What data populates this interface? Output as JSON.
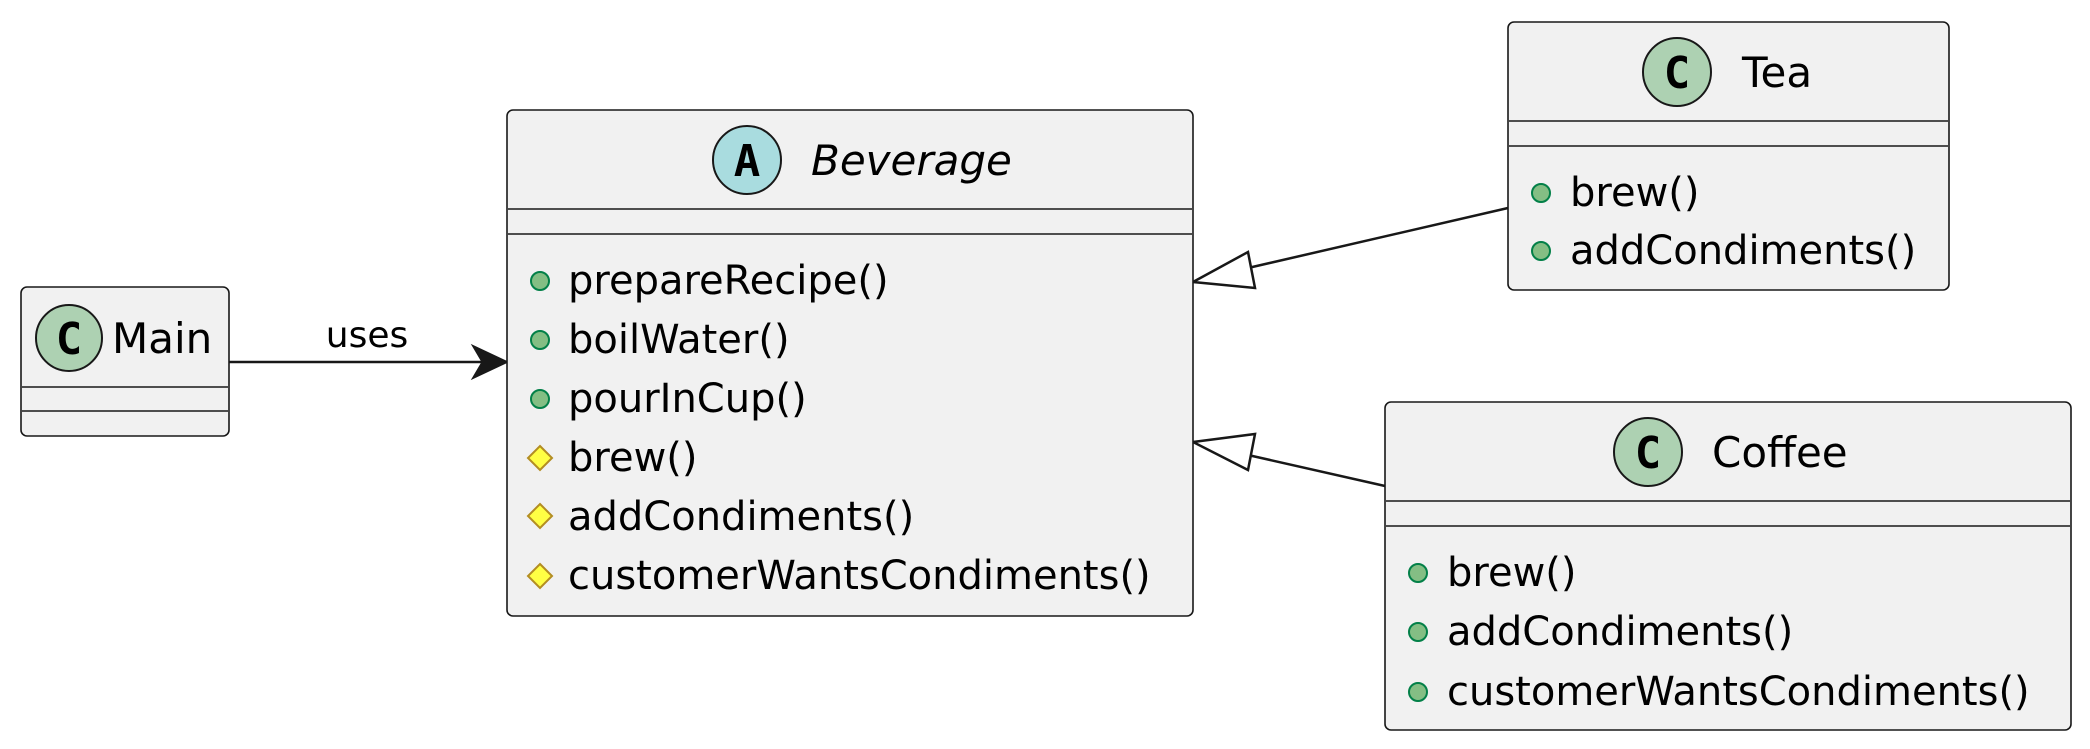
{
  "diagram": {
    "classes": {
      "main": {
        "name": "Main",
        "stereotype_letter": "C",
        "methods": []
      },
      "beverage": {
        "name": "Beverage",
        "stereotype_letter": "A",
        "methods": [
          {
            "name": "prepareRecipe()",
            "visibility": "public"
          },
          {
            "name": "boilWater()",
            "visibility": "public"
          },
          {
            "name": "pourInCup()",
            "visibility": "public"
          },
          {
            "name": "brew()",
            "visibility": "protected"
          },
          {
            "name": "addCondiments()",
            "visibility": "protected"
          },
          {
            "name": "customerWantsCondiments()",
            "visibility": "protected"
          }
        ]
      },
      "tea": {
        "name": "Tea",
        "stereotype_letter": "C",
        "methods": [
          {
            "name": "brew()",
            "visibility": "public"
          },
          {
            "name": "addCondiments()",
            "visibility": "public"
          }
        ]
      },
      "coffee": {
        "name": "Coffee",
        "stereotype_letter": "C",
        "methods": [
          {
            "name": "brew()",
            "visibility": "public"
          },
          {
            "name": "addCondiments()",
            "visibility": "public"
          },
          {
            "name": "customerWantsCondiments()",
            "visibility": "public"
          }
        ]
      }
    },
    "relations": {
      "main_beverage": {
        "label": "uses",
        "type": "dependency"
      },
      "tea_beverage": {
        "type": "inheritance"
      },
      "coffee_beverage": {
        "type": "inheritance"
      }
    }
  },
  "colors": {
    "box_fill": "#f1f1f1",
    "box_stroke": "#181818",
    "class_badge": "#add1b2",
    "abstract_badge": "#a9dcdf",
    "public_fill": "#84be84",
    "public_stroke": "#038048",
    "protected_fill": "#ffff44",
    "protected_stroke": "#b38d22"
  }
}
